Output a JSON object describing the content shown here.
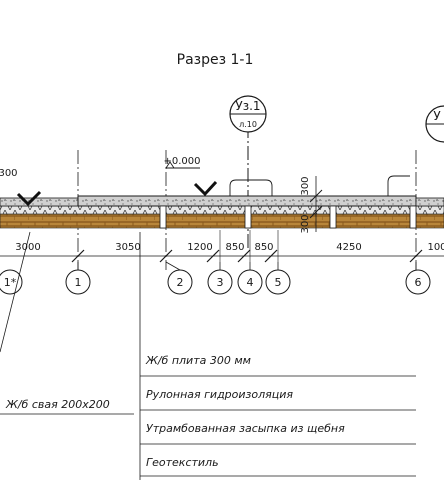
{
  "title": "Разрез 1-1",
  "node_callouts": [
    {
      "label": "Уз.1",
      "sheet": "л.10"
    },
    {
      "label": "У",
      "sheet": ""
    }
  ],
  "level_mark": "+0.000",
  "left_dim_partial": "300",
  "vertical_dims": [
    "300",
    "300"
  ],
  "axis_dims": [
    "3000",
    "3050",
    "1200",
    "850",
    "850",
    "4250",
    "100"
  ],
  "axes": [
    "1*",
    "1",
    "2",
    "3",
    "4",
    "5",
    "6"
  ],
  "legend": [
    "Ж/б плита 300 мм",
    "Рулонная гидроизоляция",
    "Утрамбованная засыпка из щебня",
    "Геотекстиль"
  ],
  "pile_label": "Ж/б свая 200х200",
  "colors": {
    "concrete": "#d0d0d0",
    "gravel": "#e8e8e8",
    "soil": "#b8863b",
    "soil_dark": "#8a5a1e",
    "line": "#1a1a1a"
  }
}
